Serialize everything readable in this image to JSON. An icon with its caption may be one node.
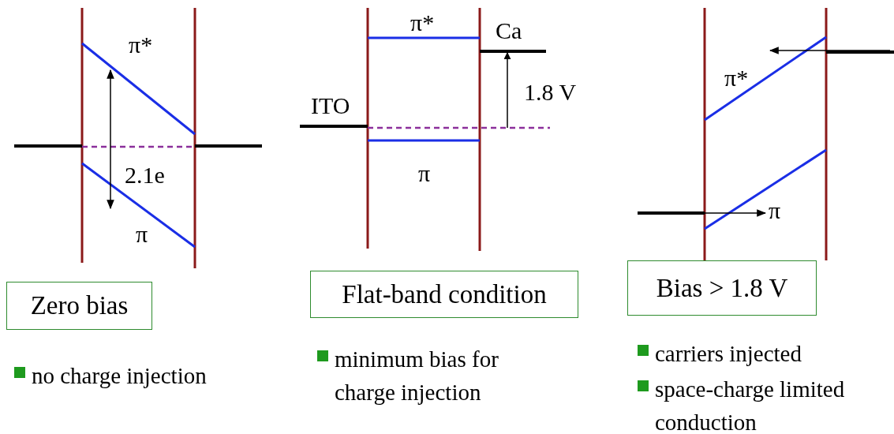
{
  "diagram": {
    "nodes": [
      {
        "text": [
          "Zero bias"
        ]
      },
      {
        "text": [
          "Flat-band condition"
        ]
      },
      {
        "text": [
          "Bias > 1.8 V"
        ]
      }
    ],
    "labels": [
      "π*",
      "2.1e",
      "π",
      "no charge injection",
      "π*",
      "Ca",
      "ITO",
      "1.8 V",
      "π",
      "minimum bias for charge injection",
      "π*",
      "π",
      "carriers injected",
      "space-charge limited conduction"
    ]
  }
}
